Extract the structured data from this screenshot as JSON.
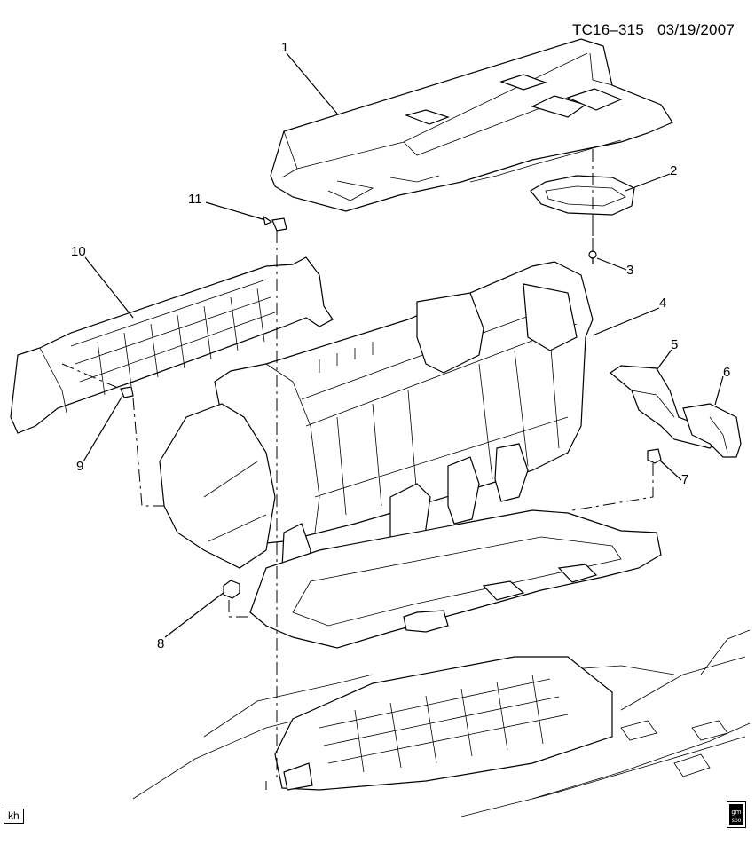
{
  "diagram": {
    "doc_code": "TC16–315",
    "doc_date": "03/19/2007",
    "artist_initials": "kh",
    "logo_text": "gm spo",
    "callouts": [
      "1",
      "2",
      "3",
      "4",
      "5",
      "6",
      "7",
      "8",
      "9",
      "10",
      "11"
    ]
  }
}
